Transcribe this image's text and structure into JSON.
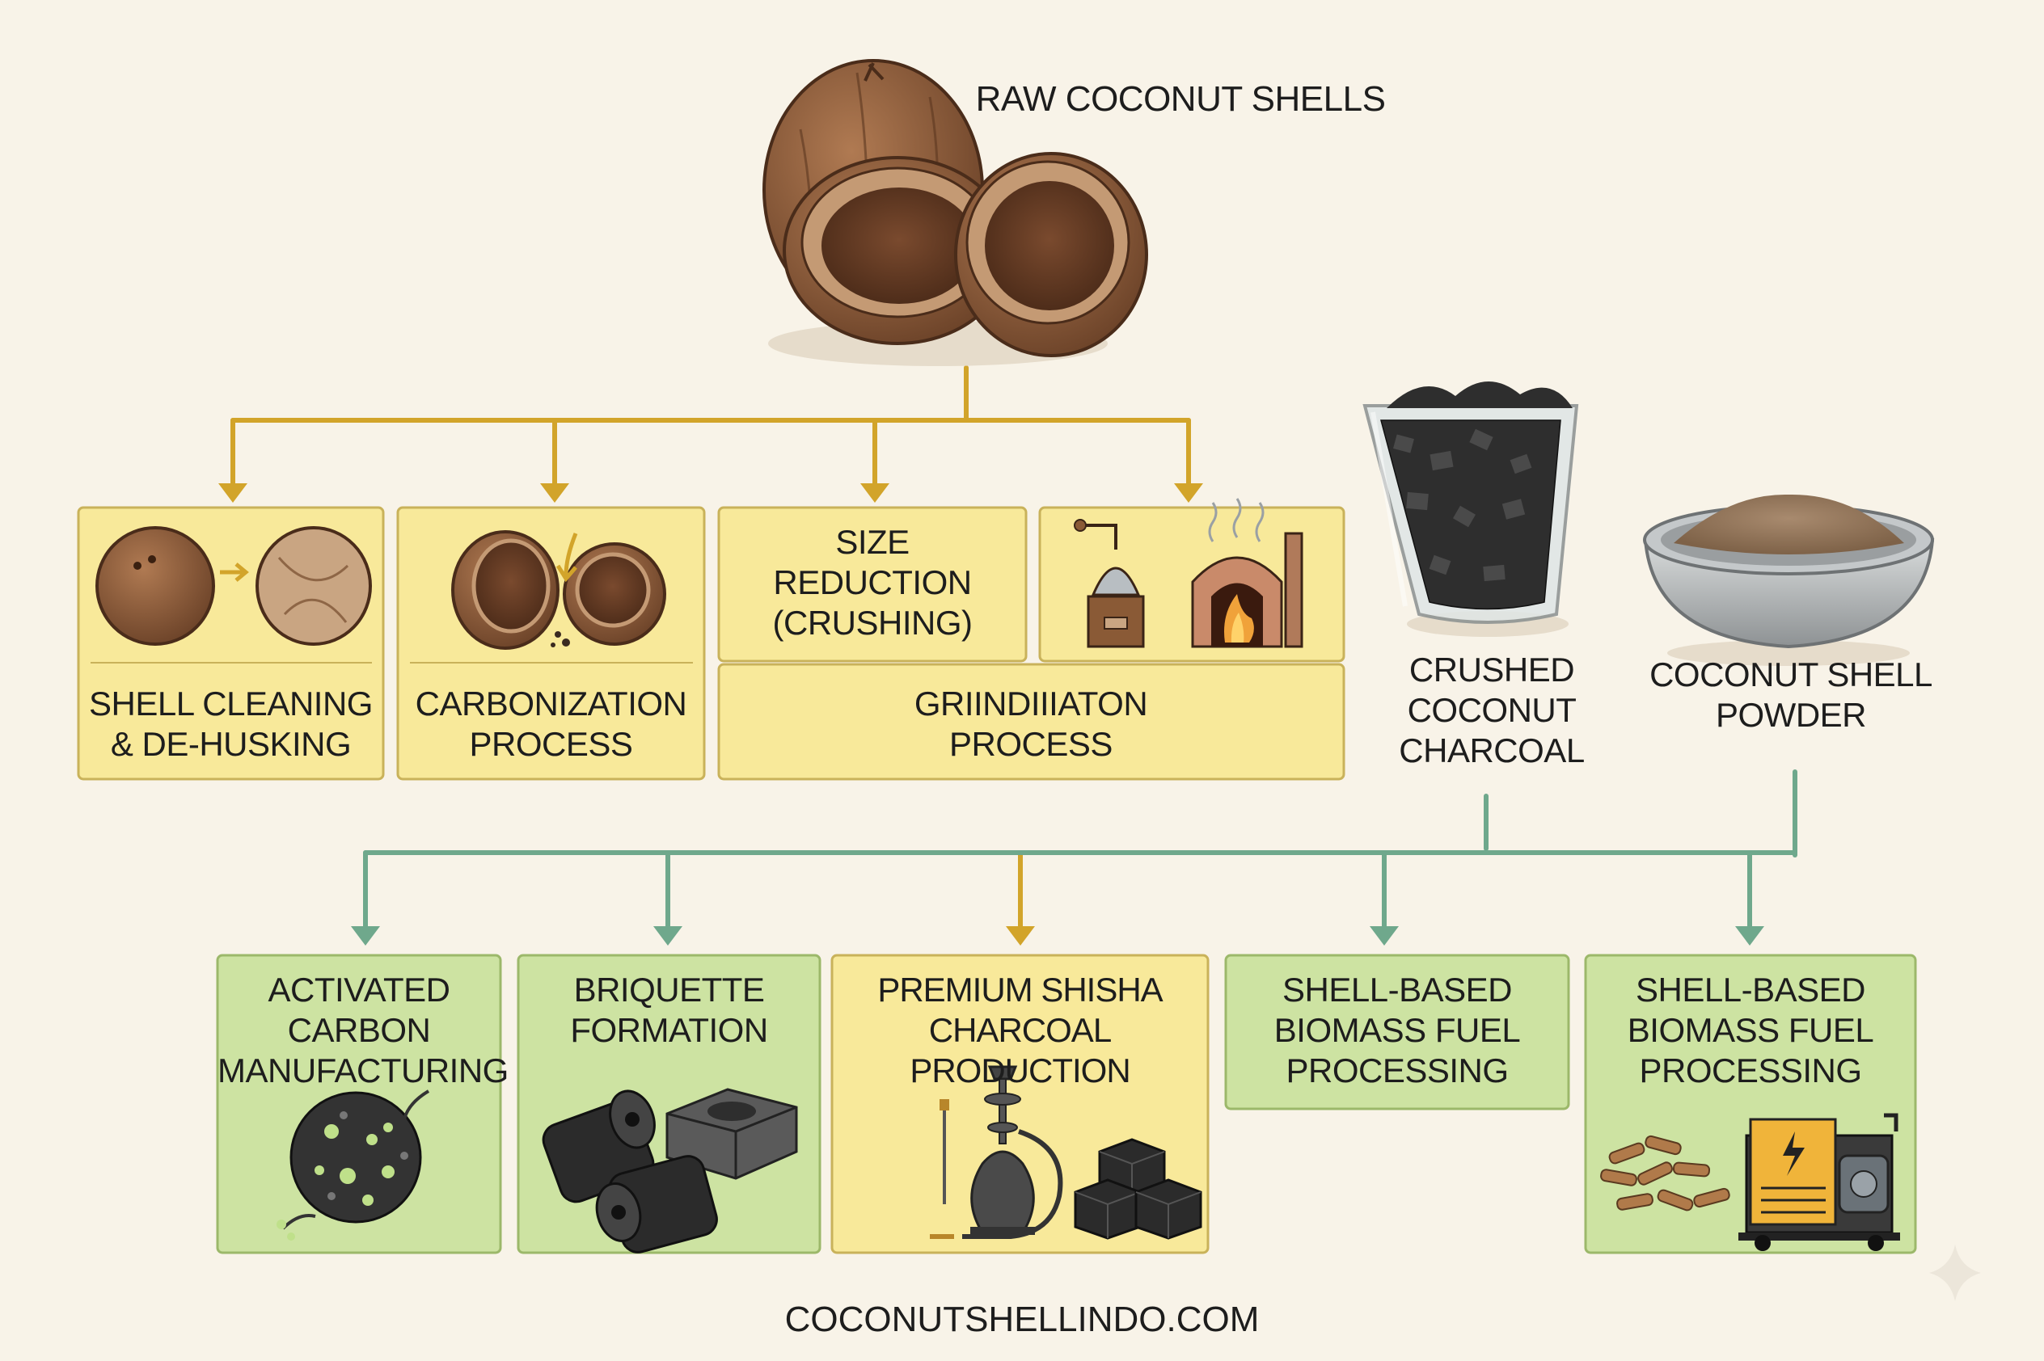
{
  "diagram": {
    "source": {
      "label": "RAW COCONUT SHELLS"
    },
    "processes": [
      {
        "id": "cleaning",
        "label": "SHELL CLEANING\n& DE-HUSKING"
      },
      {
        "id": "carbonization",
        "label": "CARBONIZATION\nPROCESS"
      },
      {
        "id": "size_reduction",
        "label": "SIZE\nREDUCTION\n(CRUSHING)"
      },
      {
        "id": "grinding",
        "label": "GRIINDIIIATON\nPROCESS"
      }
    ],
    "intermediates": [
      {
        "id": "crushed_charcoal",
        "label": "CRUSHED\nCOCONUT\nCHARCOAL"
      },
      {
        "id": "shell_powder",
        "label": "COCONUT SHELL\nPOWDER"
      }
    ],
    "products": [
      {
        "id": "activated_carbon",
        "label": "ACTIVATED\nCARBON\nMANUFACTURING"
      },
      {
        "id": "briquette",
        "label": "BRIQUETTE\nFORMATION"
      },
      {
        "id": "shisha",
        "label": "PREMIUM SHISHA\nCHARCOAL PRODUCTION"
      },
      {
        "id": "biomass_1",
        "label": "SHELL-BASED\nBIOMASS FUEL\nPROCESSING"
      },
      {
        "id": "biomass_2",
        "label": "SHELL-BASED\nBIOMASS FUEL\nPROCESSING"
      }
    ],
    "footer": "COCONUTSHELLINDO.COM"
  },
  "colors": {
    "background": "#f8f3e8",
    "process_box": "#f8e99a",
    "product_box": "#cde3a2",
    "gold_arrow": "#d2a42a",
    "green_arrow": "#6fa88c",
    "coconut_brown": "#8a5a36",
    "charcoal": "#2e2e2e"
  },
  "icons": [
    "coconut-icon",
    "split-coconut-icon",
    "coffee-grinder-icon",
    "kiln-fire-icon",
    "charcoal-glass-icon",
    "powder-bowl-icon",
    "porous-carbon-icon",
    "briquette-icon",
    "hookah-icon",
    "charcoal-cubes-icon",
    "wood-pellets-icon",
    "generator-icon"
  ]
}
